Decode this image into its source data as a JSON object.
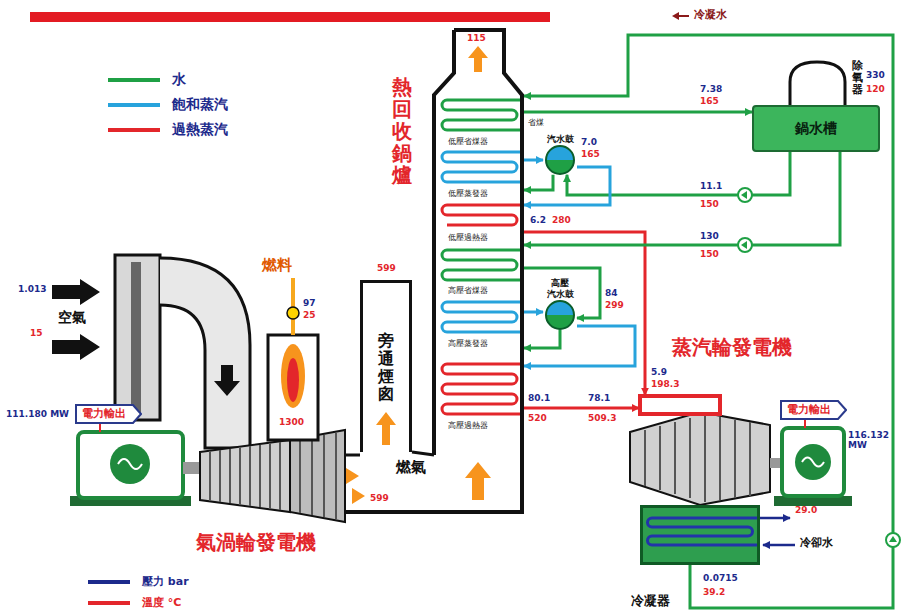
{
  "diagram": {
    "nodes": [
      {
        "text": [
          "熱回收鍋爐"
        ]
      },
      {
        "text": [
          "汽水鼓"
        ]
      },
      {
        "text": [
          "高壓",
          "汽水鼓"
        ]
      },
      {
        "text": [
          "鍋水槽"
        ]
      },
      {
        "text": [
          "旁通煙囪"
        ]
      },
      {
        "text": [
          "電力輸出"
        ]
      },
      {
        "text": [
          "電力輸出"
        ]
      },
      {
        "text": [
          "冷凝器"
        ]
      }
    ],
    "edges": [
      {
        "from": 7,
        "to": 0,
        "arrow": "to"
      },
      {
        "from": 0,
        "to": 3,
        "arrow": "to"
      },
      {
        "from": 3,
        "to": 1,
        "arrow": "to"
      },
      {
        "from": 1,
        "to": 0,
        "arrow": "to"
      },
      {
        "from": 0,
        "to": 1,
        "arrow": "to"
      },
      {
        "from": 1,
        "to": 0,
        "arrow": "to"
      },
      {
        "from": 3,
        "to": 0,
        "arrow": "to"
      },
      {
        "from": 0,
        "to": 2,
        "arrow": "to"
      },
      {
        "from": 2,
        "to": 0,
        "arrow": "to"
      },
      {
        "from": 0,
        "to": 2,
        "arrow": "to"
      },
      {
        "from": 2,
        "to": 0,
        "arrow": "to"
      }
    ],
    "labels": [
      "冷凝水",
      "7.38",
      "165",
      "除氧器",
      "330",
      "120",
      "7.0",
      "165",
      "省煤",
      "11.1",
      "150",
      "6.2",
      "280",
      "130",
      "150",
      "84",
      "299",
      "低壓省煤器",
      "低壓蒸發器",
      "低壓過熱器",
      "高壓省煤器",
      "高壓蒸發器",
      "高壓過熱器",
      "80.1",
      "520",
      "78.1",
      "509.3",
      "5.9",
      "198.3",
      "115",
      "燃料",
      "97",
      "25",
      "1300",
      "599",
      "599",
      "燃氣",
      "空氣",
      "1.013",
      "15",
      "111.180 MW",
      "116.132 MW",
      "氣渦輪發電機",
      "蒸汽輪發電機",
      "29.0",
      "冷卻水",
      "0.0715",
      "39.2"
    ],
    "legend": [
      {
        "text": "水"
      },
      {
        "text": "飽和蒸汽"
      },
      {
        "text": "過熱蒸汽"
      },
      {
        "text": "壓力 bar"
      },
      {
        "text": "溫度 °C"
      }
    ]
  }
}
